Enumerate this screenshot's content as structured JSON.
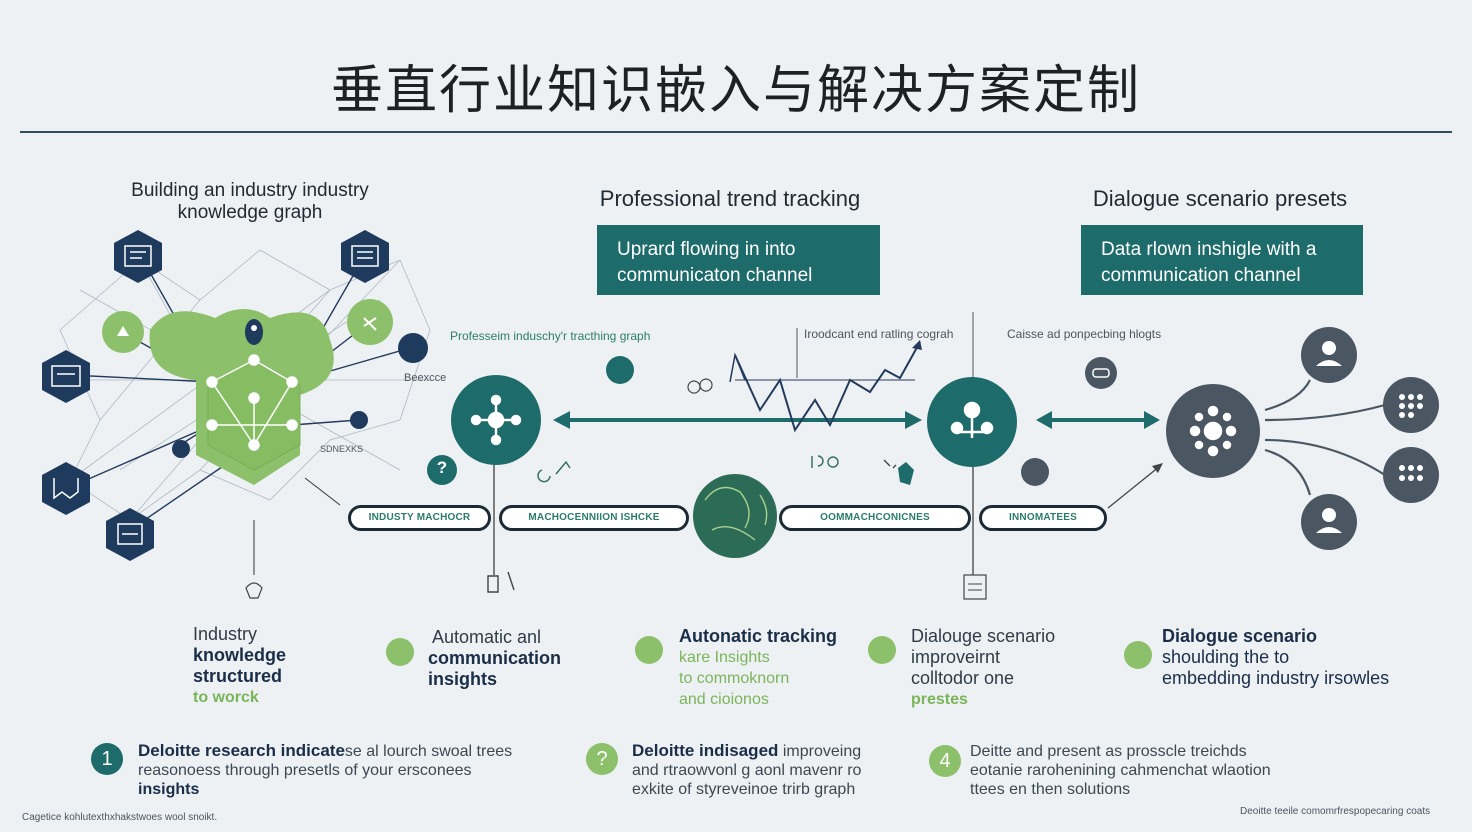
{
  "title": "垂直行业知识嵌入与解决方案定制",
  "sections": {
    "left": {
      "title_line1": "Building an industry industry",
      "title_line2": "knowledge graph",
      "label_right": "Beexcce",
      "label_small": "SDNEXKS"
    },
    "middle": {
      "title": "Professional trend tracking",
      "box_line1": "Uprard flowing  in into",
      "box_line2": "communicaton channel",
      "caption_left": "Professeim induschy'r tracthing graph",
      "caption_right": "Iroodcant end ratling cograh"
    },
    "right": {
      "title": "Dialogue scenario presets",
      "box_line1": "Data rlown inshigle with a",
      "box_line2": "communication channel",
      "caption": "Caisse ad ponpecbing hlogts"
    }
  },
  "pills": [
    "INDUSTY MACHOCR",
    "MACHOCENNIION ISHCKE",
    "OOMMACHCONICNES",
    "INNOMATEES"
  ],
  "features": [
    {
      "line1": "Industry",
      "line2": "knowledge",
      "line3": "structured",
      "line4": "to worck"
    },
    {
      "line1": "Automatic anl",
      "line2": "communication",
      "line3": "insights"
    },
    {
      "line1": "Autonatic tracking",
      "line2": "kare Insights",
      "line3": "to commoknorn",
      "line4": "and cioionos"
    },
    {
      "line1": "Dialouge scenario",
      "line2": "improveirnt",
      "line3": "colltodor one",
      "line4": "prestes"
    },
    {
      "line1": "Dialogue scenario",
      "line2": "shoulding the to",
      "line3": "embedding industry irsowles"
    }
  ],
  "footers": [
    {
      "num": "1",
      "bold": "Deloitte research indicate",
      "rest1": "se al lourch swoal trees",
      "line2": "reasonoess through presetls of your ersconees",
      "line3": "insights"
    },
    {
      "num": "?",
      "bold": "Deloitte indisaged",
      "rest1": " improveing",
      "line2": "and rtraowvonl g aonl mavenr ro",
      "line3": "exkite of styreveinoe trirb graph"
    },
    {
      "num": "4",
      "bold": "",
      "rest1": "Deitte and present as prosscle treichds",
      "line2": "eotanie rarohenining cahmenchat wlaotion",
      "line3": "ttees en then solutions"
    }
  ],
  "caption_bottom_left": "Cagetice kohlutexthxhakstwoes wool snoikt.",
  "caption_bottom_right": "Deoitte teeile comomrfrespopecaring coats",
  "colors": {
    "teal": "#1d6b6a",
    "green": "#8cc06a",
    "navy": "#1e3a5c",
    "slate": "#4a5763"
  }
}
